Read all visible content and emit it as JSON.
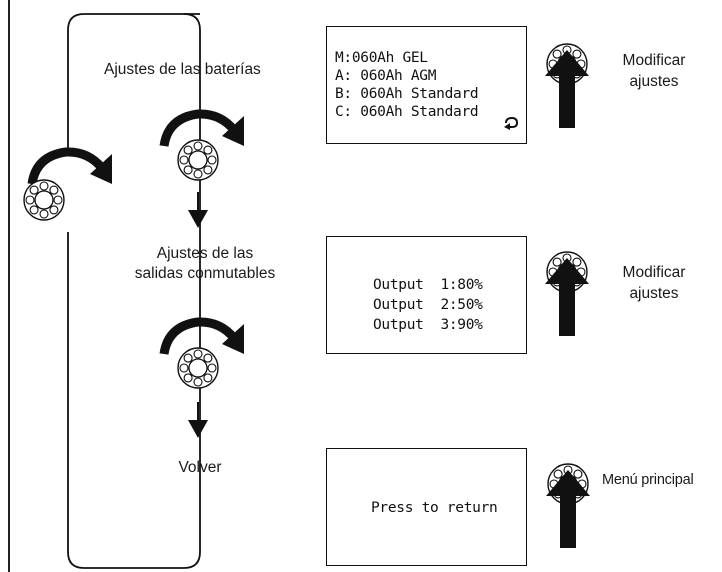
{
  "steps": [
    {
      "label_lines": [
        "Ajustes de las baterías"
      ],
      "screen_lines": [
        "M:060Ah GEL",
        "A: 060Ah AGM",
        "B: 060Ah Standard",
        "C: 060Ah Standard"
      ],
      "screen_arrow_icon": "curved-return-icon",
      "action_lines": [
        "Modificar",
        "ajustes"
      ]
    },
    {
      "label_lines": [
        "Ajustes de las",
        "salidas conmutables"
      ],
      "screen_lines": [
        "Output  1:80%",
        "Output  2:50%",
        "Output  3:90%"
      ],
      "action_lines": [
        "Modificar",
        "ajustes"
      ]
    },
    {
      "label_lines": [
        "Volver"
      ],
      "screen_lines": [
        "Press to return"
      ],
      "action_lines": [
        "Menú principal"
      ]
    }
  ],
  "icons": {
    "knob": "rotary-knob-icon",
    "rotate": "rotate-clockwise-arrow-icon",
    "press": "press-arrow-icon",
    "down": "down-arrow-icon"
  }
}
